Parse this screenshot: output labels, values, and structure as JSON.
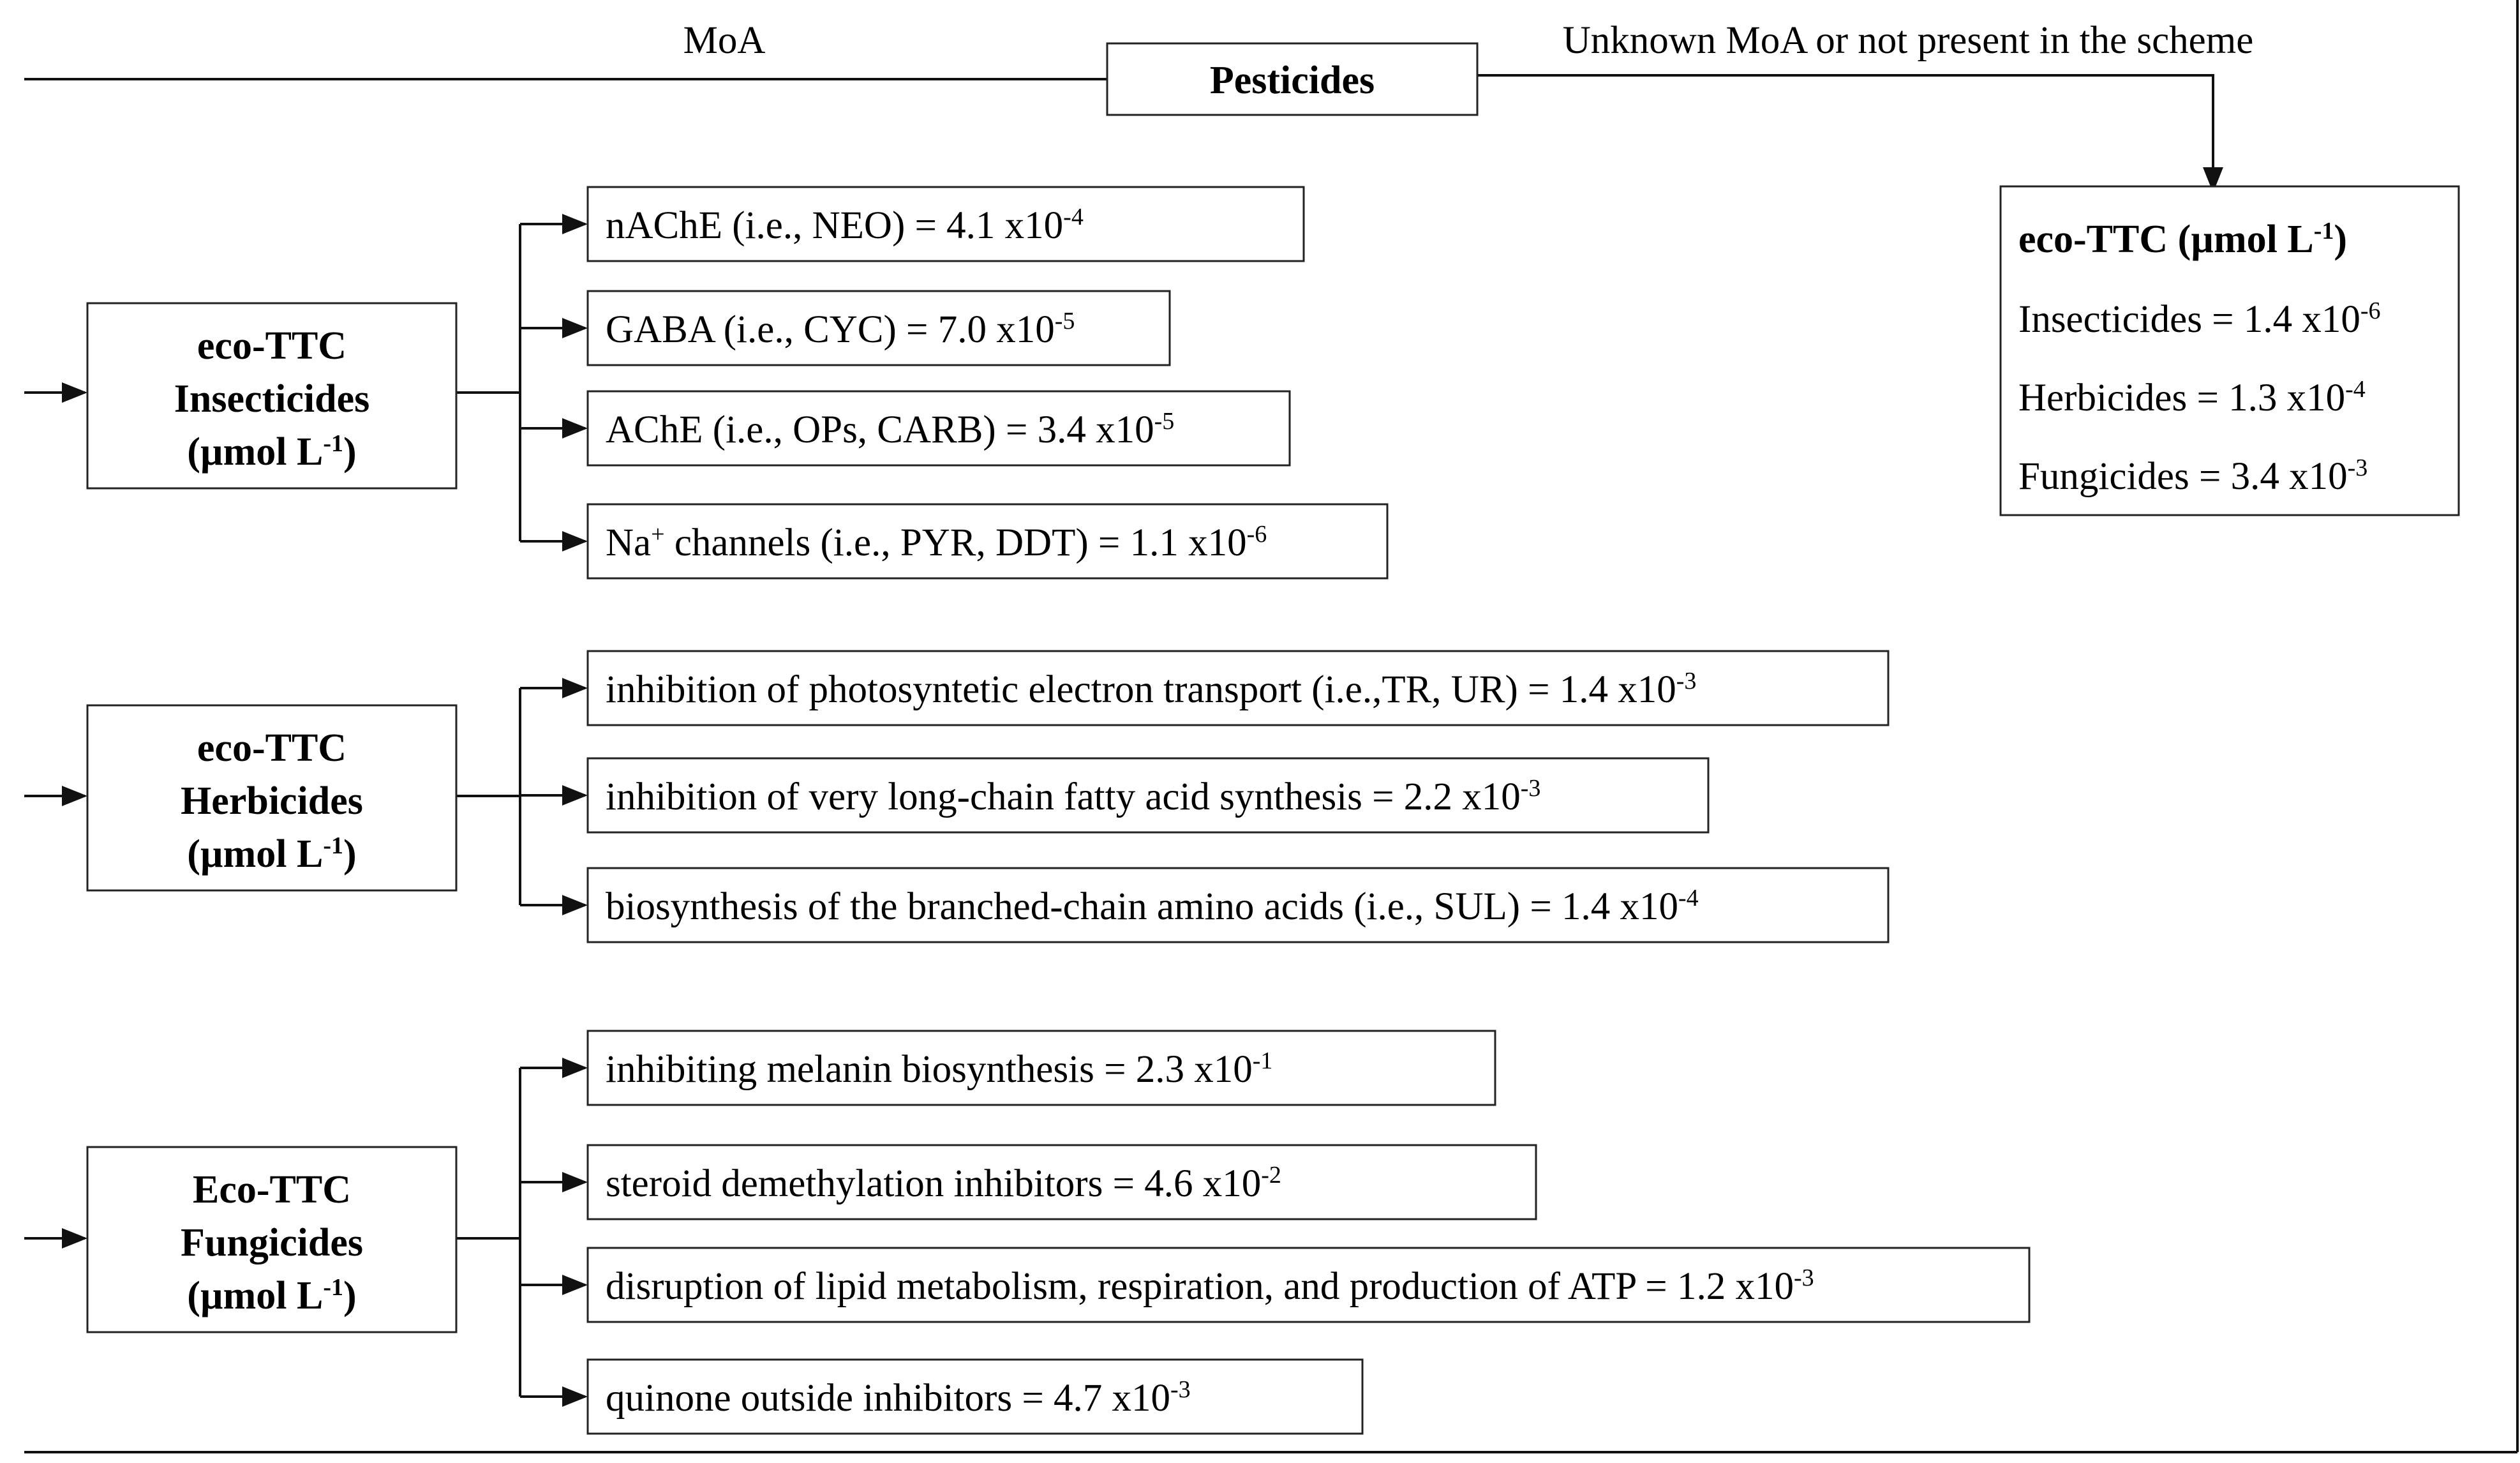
{
  "colors": {
    "line": "#111111",
    "box_border": "#222222",
    "text": "#000000",
    "background": "#ffffff"
  },
  "labels": {
    "moa": "MoA",
    "unknown_moa": "Unknown MoA or not present in the scheme"
  },
  "root": {
    "label": "Pesticides"
  },
  "categories": [
    {
      "id": "insecticides",
      "lines": [
        "eco-TTC",
        "Insecticides"
      ],
      "unit": {
        "base": "(µmol L",
        "exp": "-1",
        "close": ")"
      },
      "children": [
        {
          "parts": [
            {
              "t": "nAChE  (i.e., NEO) = 4.1 x10"
            },
            {
              "t": "-4",
              "sup": true
            }
          ]
        },
        {
          "parts": [
            {
              "t": "GABA (i.e., CYC) = 7.0 x10"
            },
            {
              "t": "-5",
              "sup": true
            }
          ]
        },
        {
          "parts": [
            {
              "t": "AChE (i.e., OPs, CARB) = 3.4 x10"
            },
            {
              "t": "-5",
              "sup": true
            }
          ]
        },
        {
          "parts": [
            {
              "t": "Na"
            },
            {
              "t": "+",
              "sup": true
            },
            {
              "t": " channels (i.e., PYR, DDT) = 1.1 x10"
            },
            {
              "t": "-6",
              "sup": true
            }
          ]
        }
      ]
    },
    {
      "id": "herbicides",
      "lines": [
        "eco-TTC",
        "Herbicides"
      ],
      "unit": {
        "base": "(µmol L",
        "exp": "-1",
        "close": ")"
      },
      "children": [
        {
          "parts": [
            {
              "t": "inhibition of photosyntetic electron transport (i.e.,TR, UR)  = 1.4 x10"
            },
            {
              "t": "-3",
              "sup": true
            }
          ]
        },
        {
          "parts": [
            {
              "t": "inhibition of very long-chain fatty acid synthesis  = 2.2 x10"
            },
            {
              "t": "-3",
              "sup": true
            }
          ]
        },
        {
          "parts": [
            {
              "t": "biosynthesis of the branched-chain amino acids (i.e., SUL) = 1.4 x10"
            },
            {
              "t": "-4",
              "sup": true
            }
          ]
        }
      ]
    },
    {
      "id": "fungicides",
      "lines": [
        "Eco-TTC",
        "Fungicides"
      ],
      "unit": {
        "base": "(µmol L",
        "exp": "-1",
        "close": ")"
      },
      "children": [
        {
          "parts": [
            {
              "t": "inhibiting melanin biosynthesis = 2.3 x10"
            },
            {
              "t": "-1",
              "sup": true
            }
          ]
        },
        {
          "parts": [
            {
              "t": "steroid demethylation inhibitors = 4.6 x10"
            },
            {
              "t": "-2",
              "sup": true
            }
          ]
        },
        {
          "parts": [
            {
              "t": "disruption of lipid metabolism, respiration, and production of ATP = 1.2 x10"
            },
            {
              "t": "-3",
              "sup": true
            }
          ]
        },
        {
          "parts": [
            {
              "t": "quinone outside inhibitors = 4.7 x10"
            },
            {
              "t": "-3",
              "sup": true
            }
          ]
        }
      ]
    }
  ],
  "default_box": {
    "title": {
      "base": "eco-TTC (µmol L",
      "exp": "-1",
      "close": ")"
    },
    "items": [
      {
        "parts": [
          {
            "t": "Insecticides = 1.4 x10"
          },
          {
            "t": "-6",
            "sup": true
          }
        ]
      },
      {
        "parts": [
          {
            "t": "Herbicides = 1.3 x10"
          },
          {
            "t": "-4",
            "sup": true
          }
        ]
      },
      {
        "parts": [
          {
            "t": "Fungicides = 3.4 x10"
          },
          {
            "t": "-3",
            "sup": true
          }
        ]
      }
    ]
  }
}
